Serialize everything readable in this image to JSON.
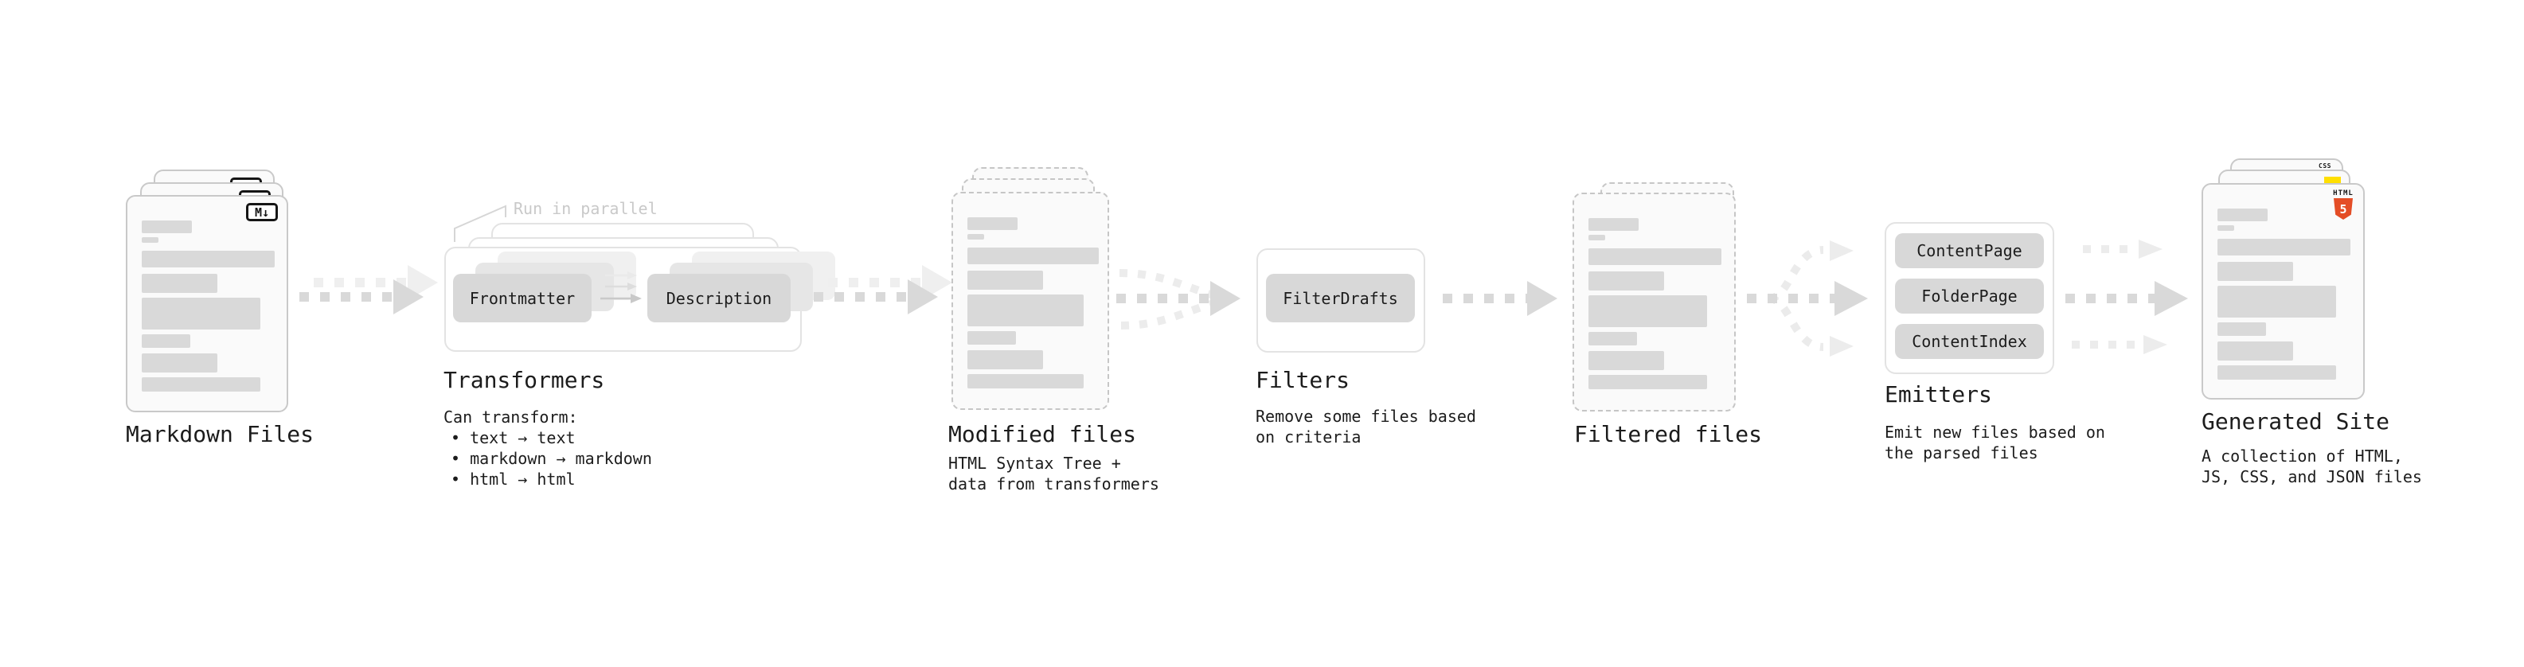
{
  "nodes": {
    "markdown_files": {
      "title": "Markdown Files",
      "badge": "M↓"
    },
    "transformers": {
      "title": "Transformers",
      "parallel_note": "Run in parallel",
      "box_frontmatter": "Frontmatter",
      "box_description": "Description",
      "desc_heading": "Can transform:",
      "bullets": [
        "• text → text",
        "• markdown → markdown",
        "• html → html"
      ]
    },
    "modified_files": {
      "title": "Modified files",
      "desc_lines": [
        "HTML Syntax Tree +",
        "data from transformers"
      ]
    },
    "filters": {
      "title": "Filters",
      "box_filterdrafts": "FilterDrafts",
      "desc_lines": [
        "Remove some files based",
        "on criteria"
      ]
    },
    "filtered_files": {
      "title": "Filtered files"
    },
    "emitters": {
      "title": "Emitters",
      "boxes": [
        "ContentPage",
        "FolderPage",
        "ContentIndex"
      ],
      "desc_lines": [
        "Emit new files based on",
        "the parsed files"
      ]
    },
    "generated_site": {
      "title": "Generated Site",
      "desc_lines": [
        "A collection of HTML,",
        "JS, CSS, and JSON files"
      ],
      "html5_icon_label": "HTML",
      "html5_icon_number": "5",
      "css_icon_label": "CSS"
    }
  },
  "colors": {
    "arrow": "#d9d9d9",
    "arrow_ghost": "#ececec",
    "bar": "#d9d9d9",
    "note": "#c9c9c9",
    "html5_accent": "#e44d26",
    "js_accent": "#ffdf00",
    "css_accent": "#2862e9"
  }
}
